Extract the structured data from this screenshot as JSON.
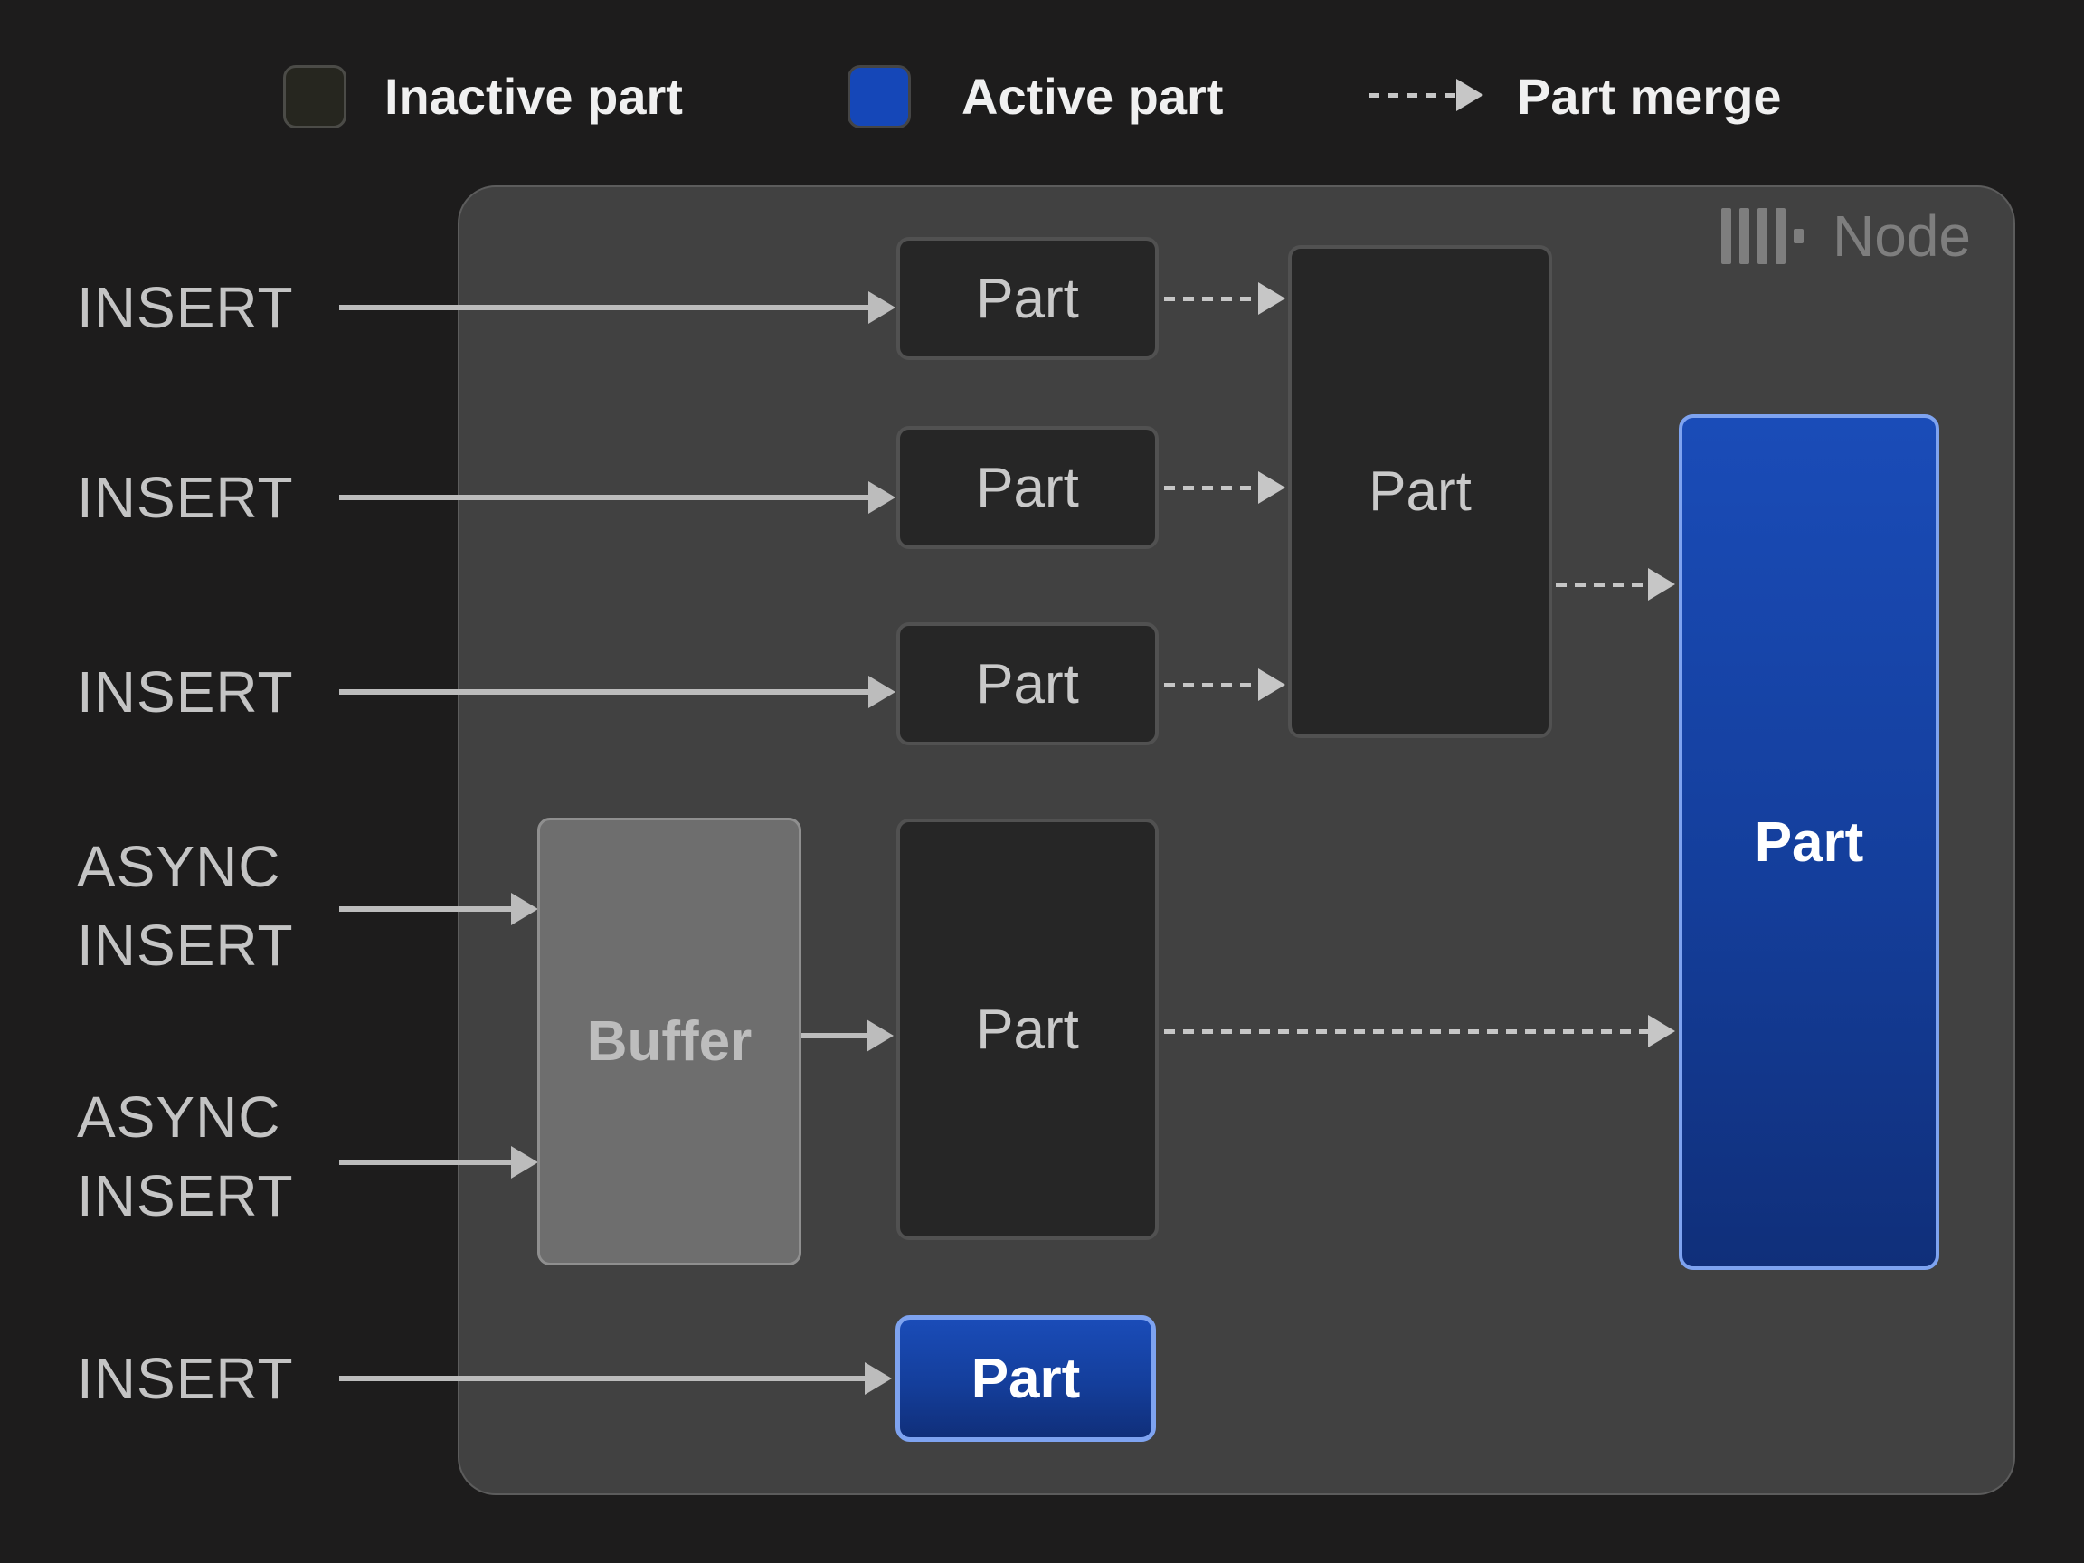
{
  "legend": {
    "inactive": {
      "label": "Inactive part",
      "swatch_color": "#26261f"
    },
    "active": {
      "label": "Active part",
      "swatch_color": "#1547b8"
    },
    "merge": {
      "label": "Part merge"
    }
  },
  "node": {
    "label": "Node",
    "logo": "clickhouse-logo",
    "boxes": {
      "inactive_parts": [
        "Part",
        "Part",
        "Part"
      ],
      "merge_target": "Part",
      "buffer": "Buffer",
      "buffered_part": "Part",
      "active_large": "Part",
      "active_small": "Part"
    }
  },
  "insert_labels": [
    {
      "id": "insert-1",
      "lines": [
        "INSERT"
      ]
    },
    {
      "id": "insert-2",
      "lines": [
        "INSERT"
      ]
    },
    {
      "id": "insert-3",
      "lines": [
        "INSERT"
      ]
    },
    {
      "id": "async-insert-1",
      "lines": [
        "ASYNC",
        "INSERT"
      ]
    },
    {
      "id": "async-insert-2",
      "lines": [
        "ASYNC",
        "INSERT"
      ]
    },
    {
      "id": "insert-4",
      "lines": [
        "INSERT"
      ]
    }
  ],
  "colors": {
    "background": "#1d1c1c",
    "node_fill": "#414141",
    "node_border": "#5c5c5c",
    "node_text": "#7e7e7e",
    "inactive_fill": "#262626",
    "inactive_border": "#515151",
    "inactive_swatch_fill": "#26261f",
    "inactive_swatch_border": "#4b4b47",
    "active_swatch_fill": "#1547b8",
    "active_swatch_border": "#454545",
    "active_top": "#1a4cb8",
    "active_mid": "#143e9b",
    "active_bottom": "#102f7a",
    "active_border": "#7ea3f0",
    "buffer_fill": "#6e6e6e",
    "buffer_border": "#8f8f8f",
    "buffer_text": "#bdbdbd",
    "part_text": "#c9c9c9",
    "insert_text": "#c4c4c4",
    "legend_text": "#f0f0f0",
    "arrow": "#bcbcbc",
    "dash": "#c6c6c6"
  }
}
